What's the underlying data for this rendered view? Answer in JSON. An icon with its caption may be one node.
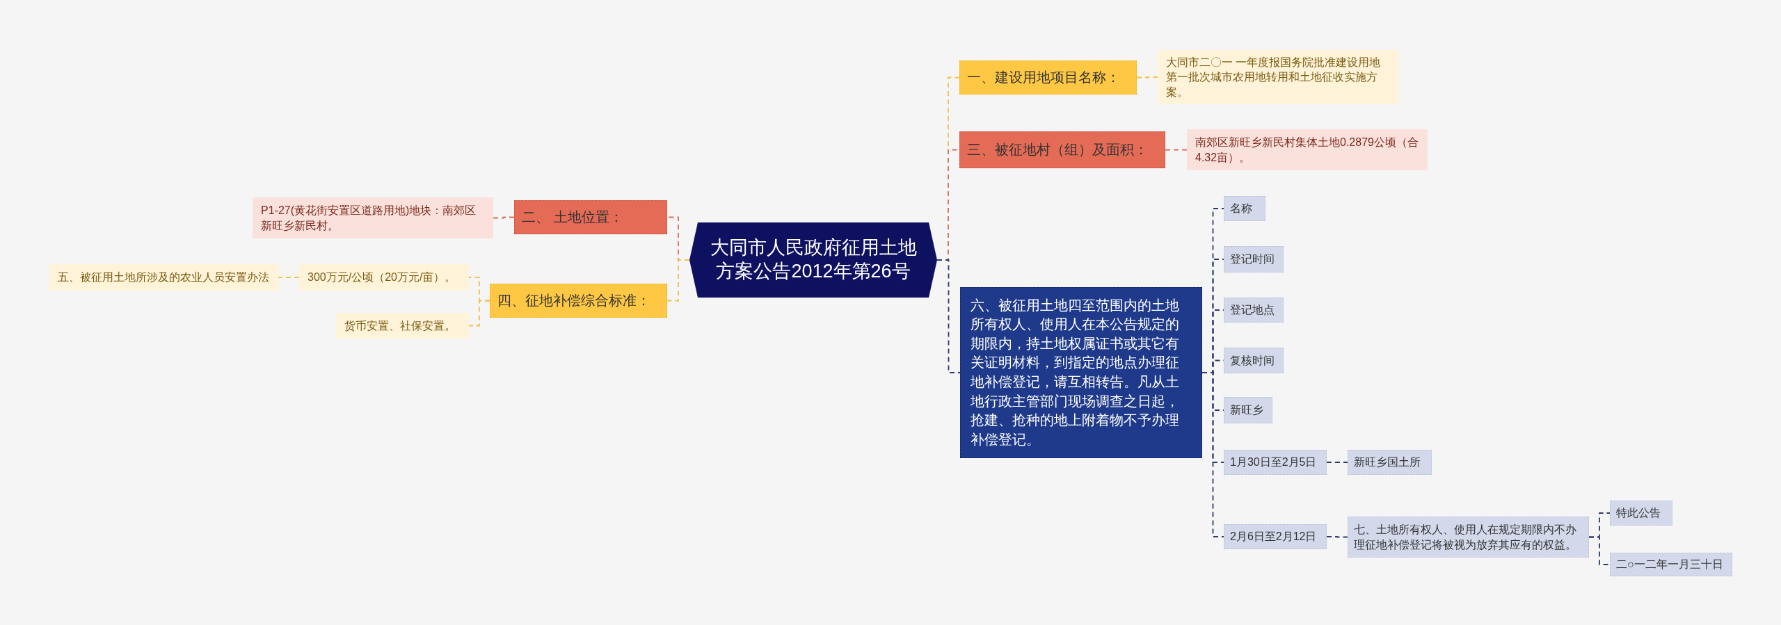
{
  "diagram": {
    "nodes": [
      {
        "text": [
          "大同市人民政府征用土地方案公告2012年第26号"
        ]
      },
      {
        "text": [
          "一、建设用地项目名称："
        ]
      },
      {
        "text": [
          "大同市二〇一 一年度报国务院批准建设用地第一批次城市农用地转用和土地征收实施方案。"
        ]
      },
      {
        "text": [
          "三、被征地村（组）及面积："
        ]
      },
      {
        "text": [
          "南郊区新旺乡新民村集体土地0.2879公顷（合4.32亩）。"
        ]
      },
      {
        "text": [
          "六、被征用土地四至范围内的土地所有权人、使用人在本公告规定的期限内，持土地权属证书或其它有关证明材料，到指定的地点办理征地补偿登记，请互相转告。凡从土地行政主管部门现场调查之日起，抢建、抢种的地上附着物不予办理补偿登记。"
        ]
      },
      {
        "text": [
          "名称"
        ]
      },
      {
        "text": [
          "登记时间"
        ]
      },
      {
        "text": [
          "登记地点"
        ]
      },
      {
        "text": [
          "复核时间"
        ]
      },
      {
        "text": [
          "新旺乡"
        ]
      },
      {
        "text": [
          "1月30日至2月5日"
        ]
      },
      {
        "text": [
          "新旺乡国土所"
        ]
      },
      {
        "text": [
          "2月6日至2月12日"
        ]
      },
      {
        "text": [
          "七、土地所有权人、使用人在规定期限内不办理征地补偿登记将被视为放弃其应有的权益。"
        ]
      },
      {
        "text": [
          "特此公告"
        ]
      },
      {
        "text": [
          "二○一二年一月三十日"
        ]
      },
      {
        "text": [
          "二、 土地位置："
        ]
      },
      {
        "text": [
          "P1-27(黄花街安置区道路用地)地块：南郊区新旺乡新民村。"
        ]
      },
      {
        "text": [
          "四、征地补偿综合标准："
        ]
      },
      {
        "text": [
          "300万元/公顷（20万元/亩）。"
        ]
      },
      {
        "text": [
          "五、被征用土地所涉及的农业人员安置办法"
        ]
      },
      {
        "text": [
          "货币安置、社保安置。"
        ]
      }
    ],
    "edges": [
      {
        "from": 0,
        "to": 1,
        "arrow": "none",
        "color": "#f2c14e"
      },
      {
        "from": 1,
        "to": 2,
        "arrow": "none",
        "color": "#f2c14e"
      },
      {
        "from": 0,
        "to": 3,
        "arrow": "none",
        "color": "#d9705a"
      },
      {
        "from": 3,
        "to": 4,
        "arrow": "none",
        "color": "#d9705a"
      },
      {
        "from": 0,
        "to": 5,
        "arrow": "none"
      },
      {
        "from": 5,
        "to": 6,
        "arrow": "none"
      },
      {
        "from": 5,
        "to": 7,
        "arrow": "none"
      },
      {
        "from": 5,
        "to": 8,
        "arrow": "none"
      },
      {
        "from": 5,
        "to": 9,
        "arrow": "none"
      },
      {
        "from": 5,
        "to": 10,
        "arrow": "none"
      },
      {
        "from": 5,
        "to": 11,
        "arrow": "none"
      },
      {
        "from": 11,
        "to": 12,
        "arrow": "none"
      },
      {
        "from": 5,
        "to": 13,
        "arrow": "none"
      },
      {
        "from": 13,
        "to": 14,
        "arrow": "none"
      },
      {
        "from": 14,
        "to": 15,
        "arrow": "none"
      },
      {
        "from": 14,
        "to": 16,
        "arrow": "none"
      },
      {
        "from": 0,
        "to": 17,
        "arrow": "none",
        "color": "#d9705a"
      },
      {
        "from": 17,
        "to": 18,
        "arrow": "none",
        "color": "#d9705a"
      },
      {
        "from": 0,
        "to": 19,
        "arrow": "none",
        "color": "#f2c14e"
      },
      {
        "from": 19,
        "to": 20,
        "arrow": "none",
        "color": "#f2c14e"
      },
      {
        "from": 19,
        "to": 22,
        "arrow": "none",
        "color": "#f2c14e"
      },
      {
        "from": 20,
        "to": 21,
        "arrow": "none",
        "color": "#f2c14e"
      }
    ]
  }
}
